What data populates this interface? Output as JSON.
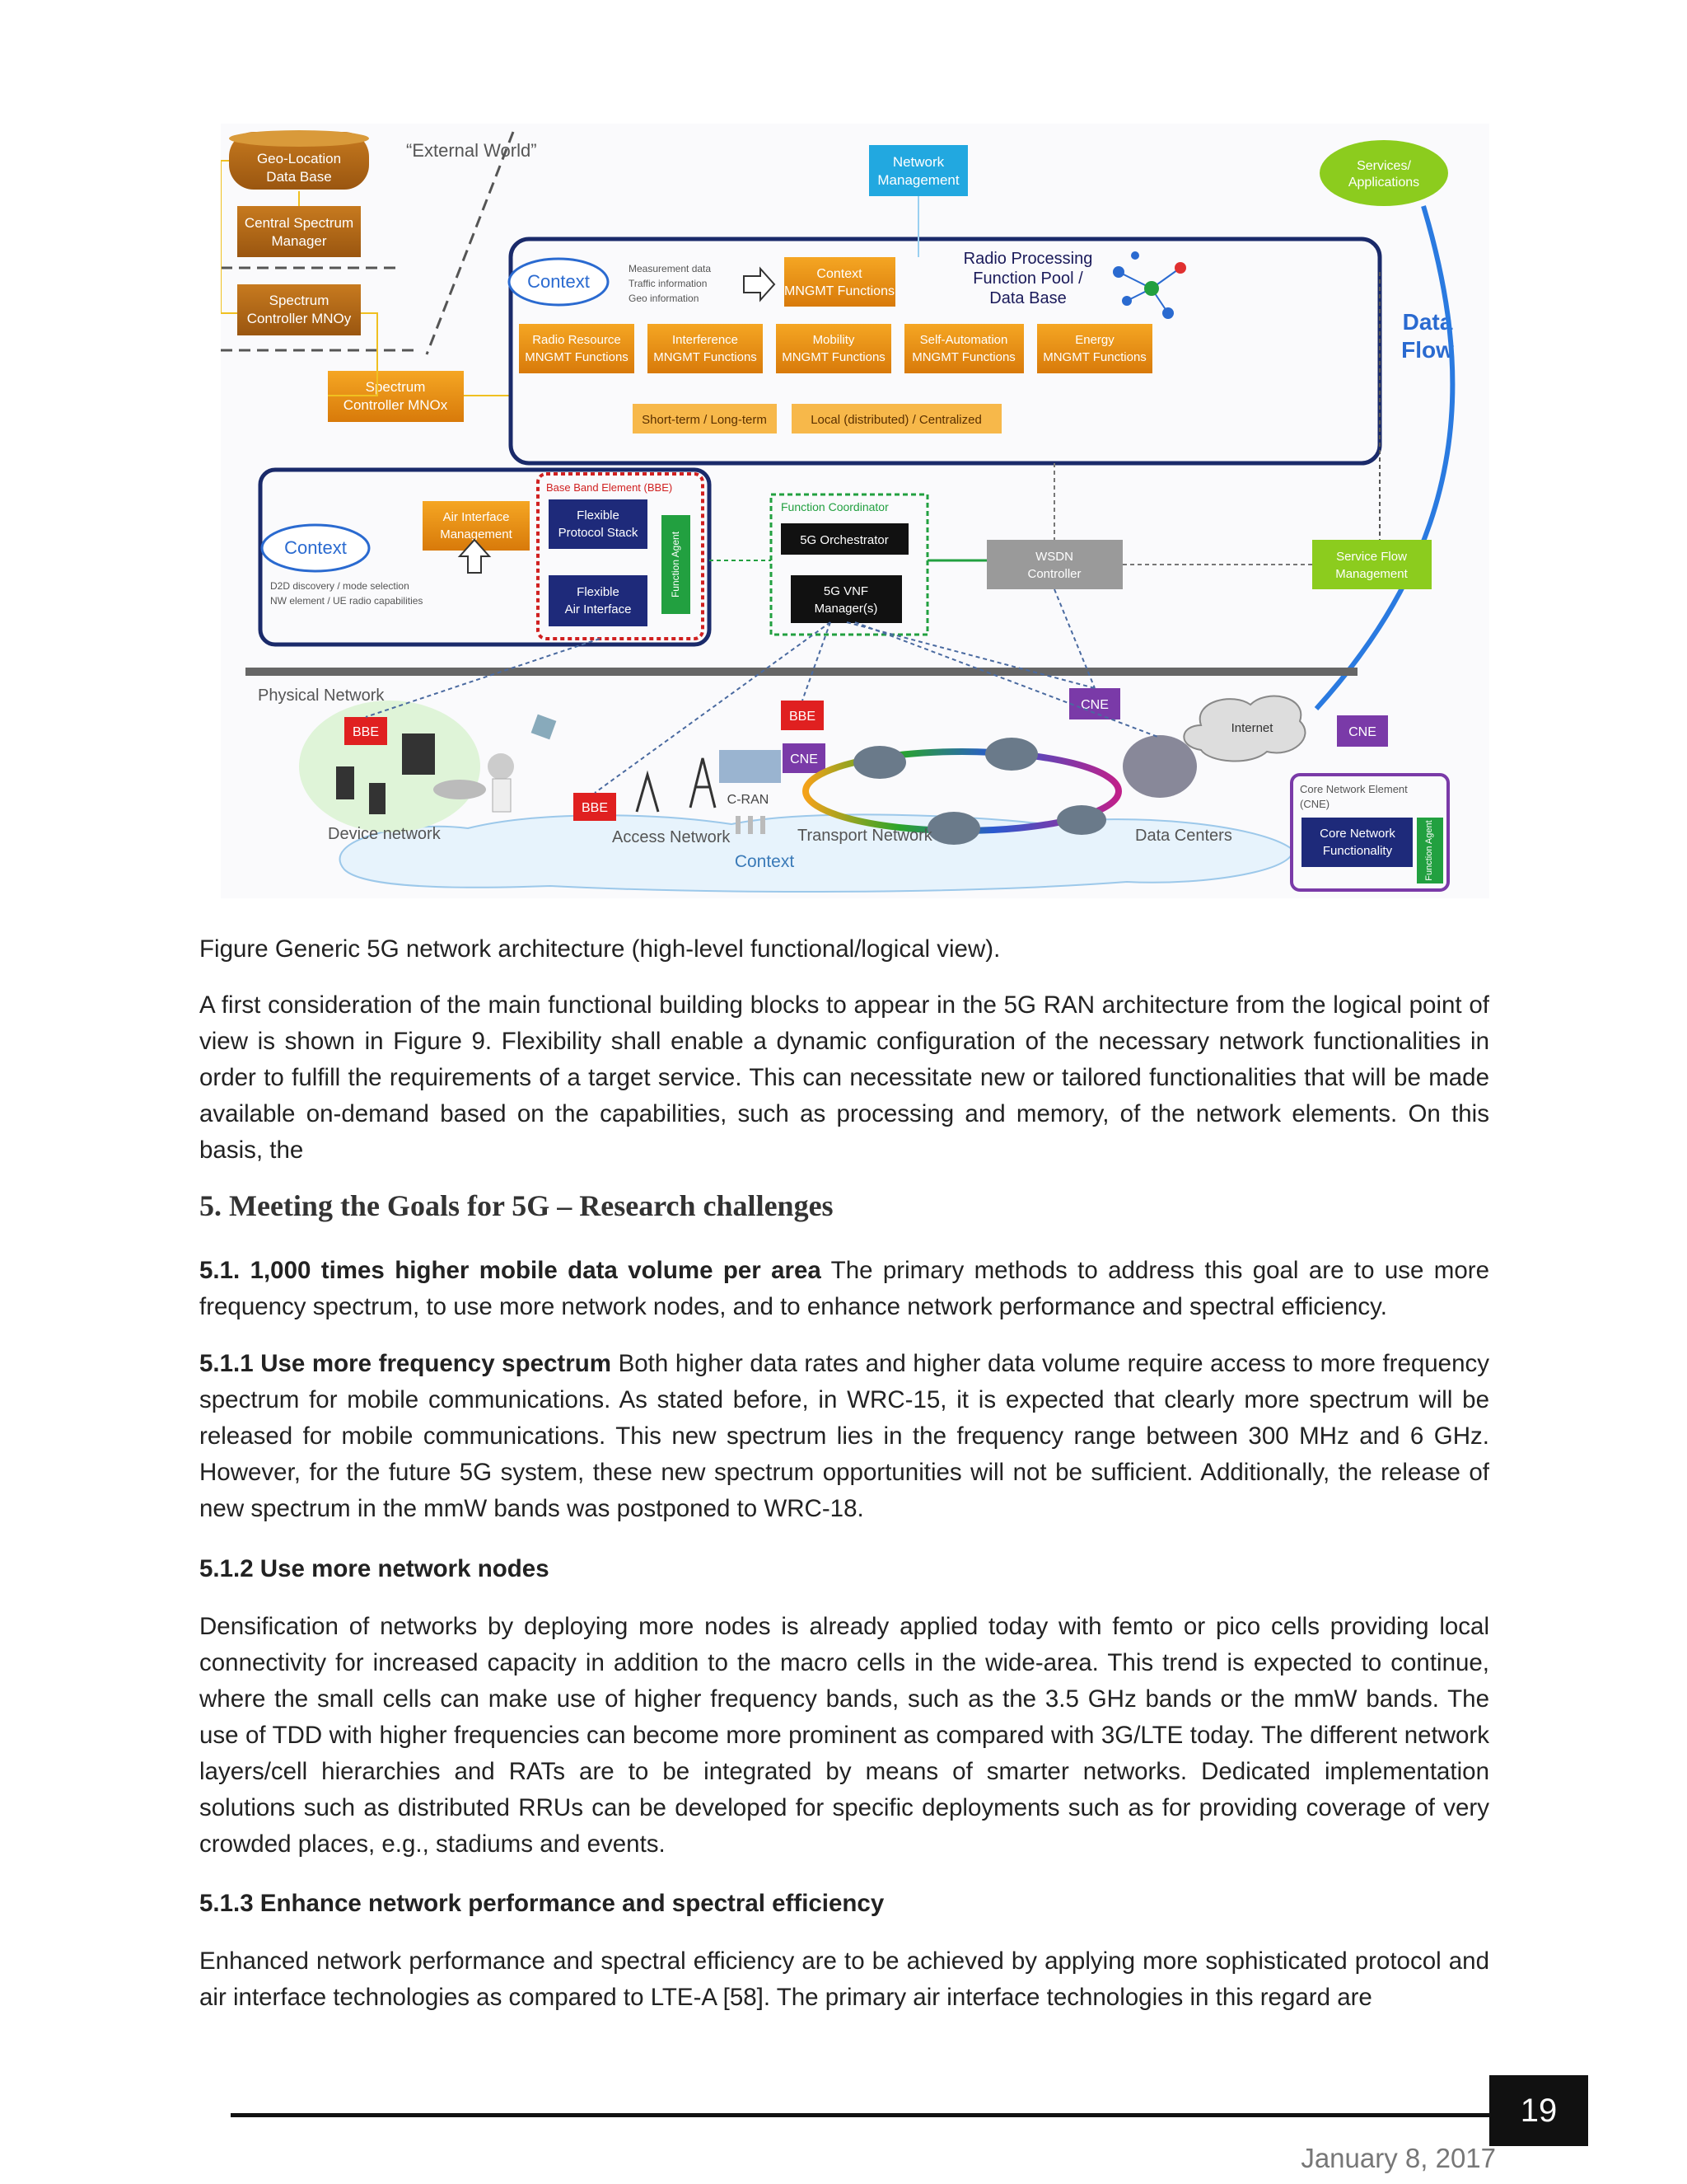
{
  "figure": {
    "external_world": "“External World”",
    "geo_db": [
      "Geo-Location",
      "Data Base"
    ],
    "central_spectrum": [
      "Central Spectrum",
      "Manager"
    ],
    "spectrum_controller_y": [
      "Spectrum",
      "Controller MNOy"
    ],
    "spectrum_controller_x": [
      "Spectrum",
      "Controller MNOx"
    ],
    "network_management": [
      "Network",
      "Management"
    ],
    "services_apps": [
      "Services/",
      "Applications"
    ],
    "context": "Context",
    "context_bullets": [
      "Measurement data",
      "Traffic information",
      "Geo information",
      "..."
    ],
    "context_mngmt": [
      "Context",
      "MNGMT Functions"
    ],
    "radio_pool": [
      "Radio Processing",
      "Function Pool /",
      "Data Base"
    ],
    "mngmt_functions": [
      [
        "Radio Resource",
        "MNGMT Functions"
      ],
      [
        "Interference",
        "MNGMT Functions"
      ],
      [
        "Mobility",
        "MNGMT Functions"
      ],
      [
        "Self-Automation",
        "MNGMT Functions"
      ],
      [
        "Energy",
        "MNGMT Functions"
      ]
    ],
    "short_long": "Short-term / Long-term",
    "local_central": "Local (distributed) / Centralized",
    "data_flow": [
      "Data",
      "Flow"
    ],
    "air_interface_mgmt": [
      "Air Interface",
      "Management"
    ],
    "bbe_title": "Base Band Element (BBE)",
    "flexible_protocol": [
      "Flexible",
      "Protocol Stack"
    ],
    "flexible_air": [
      "Flexible",
      "Air Interface"
    ],
    "function_agent": "Function Agent",
    "context2_bullets": [
      "D2D discovery / mode selection",
      "NW element / UE radio capabilities",
      "..."
    ],
    "function_coordinator": "Function Coordinator",
    "orchestrator": "5G Orchestrator",
    "vnf_manager": [
      "5G VNF",
      "Manager(s)"
    ],
    "wsdn": [
      "WSDN",
      "Controller"
    ],
    "service_flow": [
      "Service Flow",
      "Management"
    ],
    "physical_network": "Physical Network",
    "bbe": "BBE",
    "cne": "CNE",
    "cran": "C-RAN",
    "internet": "Internet",
    "device_network": "Device network",
    "access_network": "Access Network",
    "transport_network": "Transport Network",
    "data_centers": "Data Centers",
    "cne_title": [
      "Core Network Element",
      "(CNE)"
    ],
    "core_function": [
      "Core Network",
      "Functionality"
    ]
  },
  "caption": "Figure Generic 5G network architecture (high-level functional/logical view).",
  "para1": "A first consideration of the main functional building blocks to appear in the 5G RAN architecture from the logical point of view is shown in Figure 9. Flexibility shall enable a dynamic configuration of the necessary network functionalities in order to fulfill the requirements of a target service. This can necessitate new or tailored functionalities that will be made available on-demand based on the capabilities, such as processing and memory, of the network elements. On this basis, the",
  "heading5": "5. Meeting the Goals for 5G – Research challenges",
  "s51": {
    "title": "5.1. 1,000 times higher mobile data volume per area",
    "text": " The primary methods to address this goal are to use more frequency spectrum, to use more network nodes, and to enhance network performance and spectral efficiency."
  },
  "s511": {
    "title": "5.1.1 Use more frequency spectrum",
    "text": " Both higher data rates and higher data volume require access to more frequency spectrum for mobile communications. As stated before, in WRC-15, it is expected that clearly more spectrum will be released for mobile communications. This new spectrum lies in the frequency range between 300 MHz and 6 GHz. However, for the future 5G system, these new spectrum opportunities will not be sufficient. Additionally, the release of new spectrum in the mmW bands was postponed to WRC-18."
  },
  "s512_title": "5.1.2 Use more network nodes",
  "s512_text": "Densification of networks by deploying more nodes is already applied today with femto or pico cells providing local connectivity for increased capacity in addition to the macro cells in the wide-area. This trend is expected to continue, where the small cells can make use of higher frequency bands, such as the 3.5 GHz bands or the mmW bands. The use of TDD with higher frequencies can become more prominent as compared with 3G/LTE today. The different network layers/cell hierarchies and RATs are to be integrated by means of smarter networks. Dedicated implementation solutions such as distributed RRUs can be developed for specific deployments such as for providing coverage of very crowded places, e.g., stadiums and events.",
  "s513_title": "5.1.3 Enhance network performance and spectral efficiency",
  "s513_text": "Enhanced network performance and spectral efficiency are to be achieved by applying more sophisticated protocol and air interface technologies as compared to LTE-A [58]. The primary air interface technologies in this regard are",
  "page_number": "19",
  "date": "January 8, 2017"
}
